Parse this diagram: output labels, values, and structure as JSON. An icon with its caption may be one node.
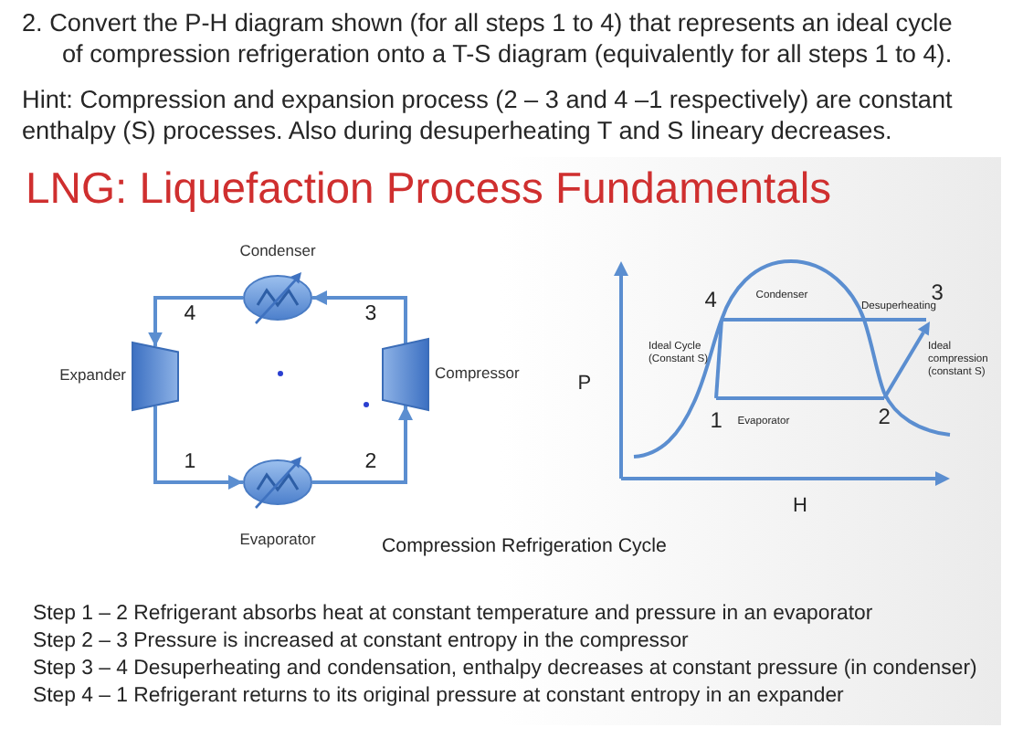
{
  "diagram": {
    "title": "LNG: Liquefaction Process Fundamentals",
    "caption": "Compression Refrigeration Cycle",
    "nodes": [
      {
        "text": [
          "Condenser"
        ]
      },
      {
        "text": [
          "Expander"
        ]
      },
      {
        "text": [
          "Compressor"
        ]
      },
      {
        "text": [
          "Evaporator"
        ]
      }
    ],
    "edges": [
      {
        "from": 0,
        "to": 1,
        "arrow": "to",
        "label": "4"
      },
      {
        "from": 1,
        "to": 3,
        "arrow": "to",
        "label": "1"
      },
      {
        "from": 3,
        "to": 2,
        "arrow": "to",
        "label": "2"
      },
      {
        "from": 2,
        "to": 0,
        "arrow": "to",
        "label": "3"
      }
    ],
    "labels": [
      "2. Convert the P-H diagram shown (for all steps 1 to 4) that represents an ideal cycle of compression refrigeration onto a T-S diagram (equivalently for all steps 1 to 4).",
      "Hint: Compression and expansion process (2 – 3 and 4 –1 respectively) are constant enthalpy (S) processes. Also during desuperheating T and S lineary decreases.",
      "4",
      "Condenser",
      "Desuperheating",
      "3",
      "Ideal Cycle (Constant S)",
      "Ideal compression (constant S)",
      "P",
      "1",
      "Evaporator",
      "2",
      "H",
      "Step 1 – 2 Refrigerant absorbs heat at constant temperature and pressure in an evaporator",
      "Step 2 – 3 Pressure is increased at constant entropy in the compressor",
      "Step 3 – 4 Desuperheating and condensation, enthalpy decreases at constant pressure (in condenser)",
      "Step 4 – 1 Refrigerant returns to its original pressure at constant entropy in an expander"
    ]
  }
}
